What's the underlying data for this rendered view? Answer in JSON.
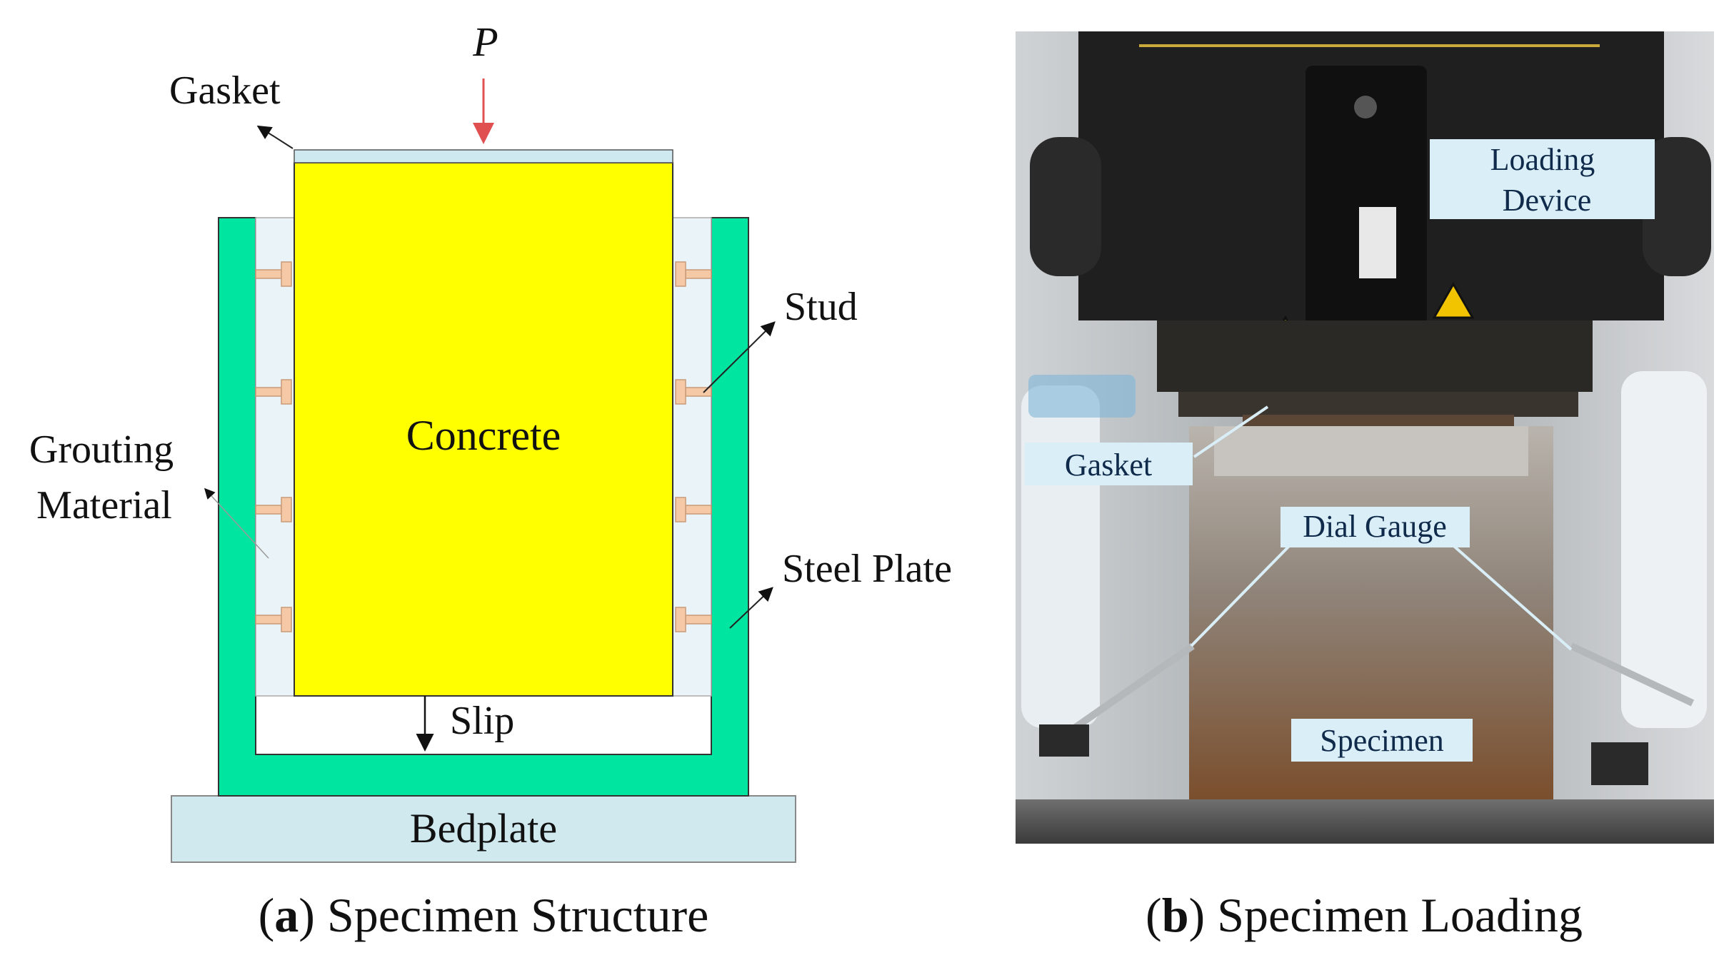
{
  "panel_a": {
    "load_symbol": "P",
    "labels": {
      "gasket": "Gasket",
      "stud": "Stud",
      "concrete": "Concrete",
      "grouting_line1": "Grouting",
      "grouting_line2": "Material",
      "steel_plate": "Steel Plate",
      "slip": "Slip",
      "bedplate": "Bedplate"
    },
    "caption_letter": "a",
    "caption_text": " Specimen Structure",
    "colors": {
      "concrete": "#ffff00",
      "steel": "#00e5a0",
      "grout": "#eaf4f8",
      "gasket": "#cfe9f0",
      "bedplate": "#cfe9ef",
      "stud": "#f6c9a6",
      "load_arrow": "#e05050"
    }
  },
  "panel_b": {
    "labels": {
      "loading_device_line1": "Loading",
      "loading_device_line2": "Device",
      "gasket": "Gasket",
      "dial_gauge": "Dial Gauge",
      "specimen": "Specimen"
    },
    "caption_letter": "b",
    "caption_text": " Specimen Loading",
    "colors": {
      "label_bg": "#d9eef6",
      "leader": "#d9eef6",
      "machine": "#1f1f1f",
      "specimen": "#6b5a4a"
    }
  }
}
